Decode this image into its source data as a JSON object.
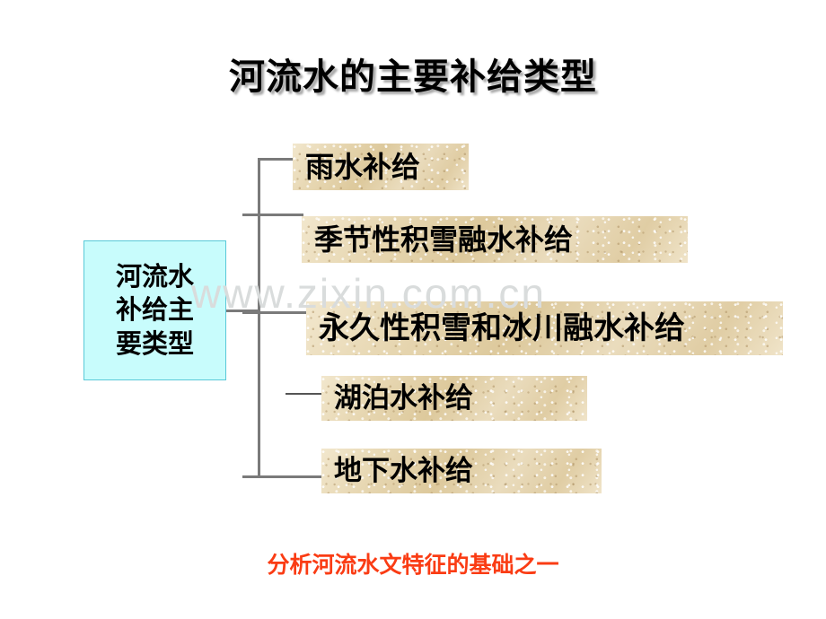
{
  "slide": {
    "title": "河流水的主要补给类型",
    "footer_note": "分析河流水文特征的基础之一",
    "watermark": "www.zixin.com.cn",
    "colors": {
      "title_text": "#000000",
      "root_box_fill": "#c8fcfc",
      "root_box_border": "#59c9d8",
      "leaf_box_fill": "#e6d6b0",
      "connector": "#7a7a7a",
      "footer_text": "#fa3c14",
      "watermark_text": "#d9dcdc",
      "background": "#ffffff"
    }
  },
  "diagram": {
    "type": "bracket-tree",
    "root": {
      "label": "河流水补给主要类型",
      "lines": [
        "河流水",
        "补给主",
        "要类型"
      ]
    },
    "branches": [
      {
        "label": "雨水补给"
      },
      {
        "label": "季节性积雪融水补给"
      },
      {
        "label": "永久性积雪和冰川融水补给"
      },
      {
        "label": "湖泊水补给"
      },
      {
        "label": "地下水补给"
      }
    ]
  }
}
